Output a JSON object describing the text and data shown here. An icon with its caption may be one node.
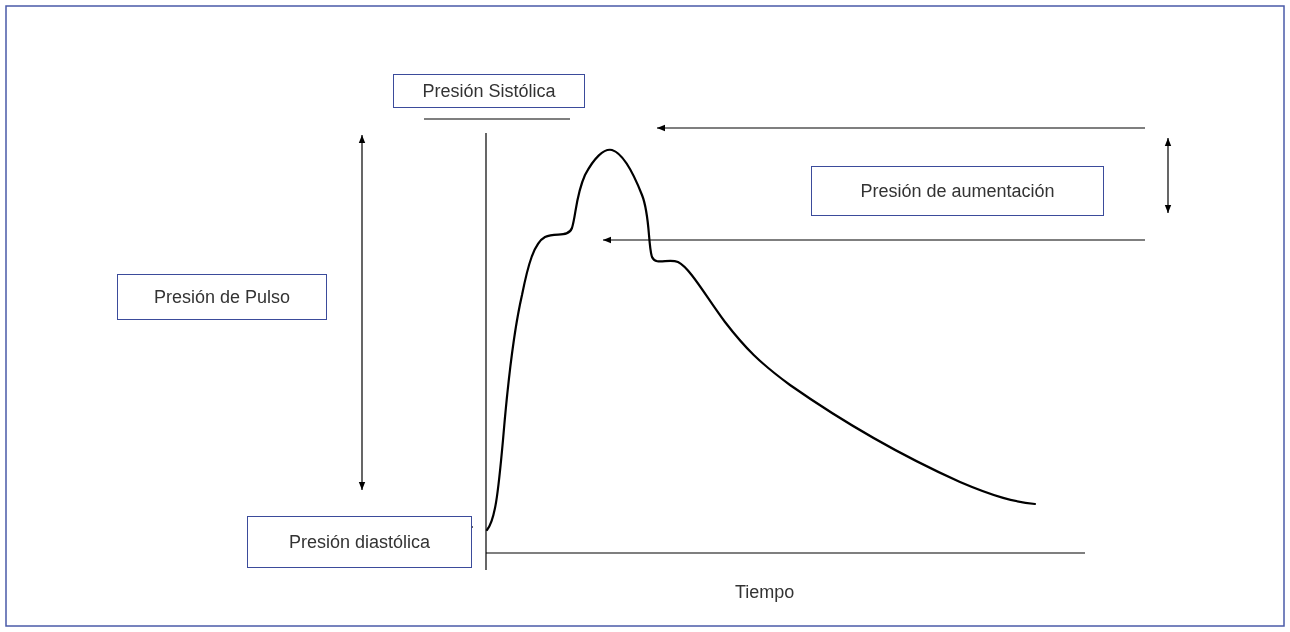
{
  "diagram": {
    "nodes": [
      {
        "text": [
          "Presión Sistólica"
        ]
      },
      {
        "text": [
          "Presión de aumentación"
        ]
      },
      {
        "text": [
          "Presión de Pulso"
        ]
      },
      {
        "text": [
          "Presión diastólica"
        ]
      }
    ],
    "labels": [
      "Tiempo"
    ]
  }
}
